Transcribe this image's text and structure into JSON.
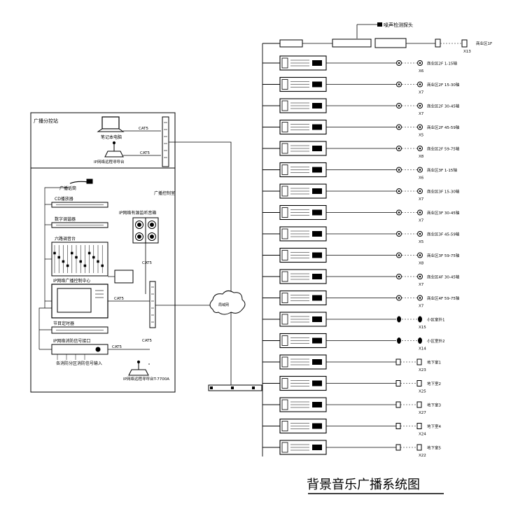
{
  "title": "背景音乐广播系统图",
  "noise_probe_label": "噪声检测探头",
  "branch_label": "商业区1F",
  "branch_tag": "X13",
  "zones": [
    {
      "label": "商业区2F 1-15轴",
      "tag": "X6",
      "speaker": "ceiling"
    },
    {
      "label": "商业区2F 15-30轴",
      "tag": "X7",
      "speaker": "ceiling"
    },
    {
      "label": "商业区2F 30-45轴",
      "tag": "X7",
      "speaker": "ceiling"
    },
    {
      "label": "商业区2F 45-59轴",
      "tag": "X5",
      "speaker": "ceiling"
    },
    {
      "label": "商业区2F 59-75轴",
      "tag": "X8",
      "speaker": "ceiling"
    },
    {
      "label": "商业区3F 1-15轴",
      "tag": "X6",
      "speaker": "ceiling"
    },
    {
      "label": "商业区3F 15-30轴",
      "tag": "X7",
      "speaker": "ceiling"
    },
    {
      "label": "商业区3F 30-45轴",
      "tag": "X7",
      "speaker": "ceiling"
    },
    {
      "label": "商业区3F 45-59轴",
      "tag": "X5",
      "speaker": "ceiling"
    },
    {
      "label": "商业区3F 59-75轴",
      "tag": "X8",
      "speaker": "ceiling"
    },
    {
      "label": "商业区4F 30-45轴",
      "tag": "X7",
      "speaker": "ceiling"
    },
    {
      "label": "商业区4F 59-75轴",
      "tag": "X7",
      "speaker": "ceiling"
    },
    {
      "label": "小区室外1",
      "tag": "X15",
      "speaker": "garden"
    },
    {
      "label": "小区室外2",
      "tag": "X14",
      "speaker": "garden"
    },
    {
      "label": "地下室1",
      "tag": "X23",
      "speaker": "horn"
    },
    {
      "label": "地下室2",
      "tag": "X25",
      "speaker": "horn"
    },
    {
      "label": "地下室3",
      "tag": "X27",
      "speaker": "horn"
    },
    {
      "label": "地下室4",
      "tag": "X24",
      "speaker": "horn"
    },
    {
      "label": "地下室5",
      "tag": "X22",
      "speaker": "horn"
    }
  ],
  "left": {
    "station_label": "广播分控站",
    "laptop_label": "笔记本电脑",
    "cat5_a": "CAT5",
    "cat5_b": "CAT5",
    "paging_label": "IP网络远程寻呼台",
    "room_label": "广播控制室",
    "mic_label": "广播话筒",
    "cd_label": "CD播放器",
    "tuner_label": "数字调谐器",
    "mixer_label": "六路调音台",
    "monitor_label": "IP网络有源监听音箱",
    "center_label": "IP网络广播控制中心",
    "timer_label": "节目定时器",
    "fire_label": "IP网络消防信号接口",
    "fire_input_label": "各消防分区消防信号输入",
    "paging2_label": "IP网络远程寻呼台T-7700A",
    "cat5_c": "CAT5",
    "cat5_d": "CAT5",
    "cat5_e": "CAT5",
    "cat5_f": "CAT5"
  },
  "network_label": "局域网"
}
